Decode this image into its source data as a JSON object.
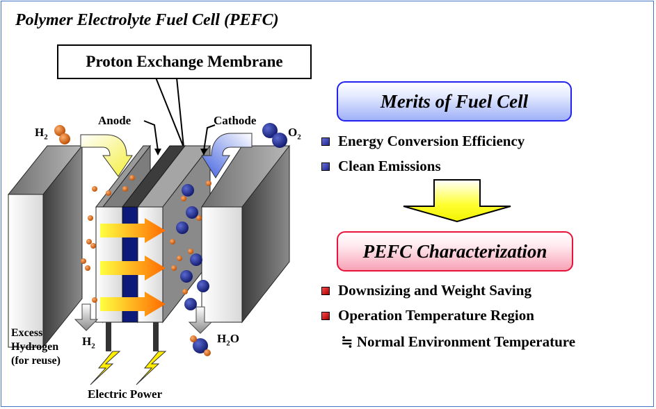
{
  "title": "Polymer Electrolyte Fuel Cell (PEFC)",
  "diagram": {
    "membrane_label": "Proton Exchange Membrane",
    "anode_label": "Anode",
    "cathode_label": "Cathode",
    "h2_in": {
      "base": "H",
      "sub": "2"
    },
    "o2_in": {
      "base": "O",
      "sub": "2"
    },
    "excess_hydrogen": [
      "Excess",
      "Hydrogen",
      "(for reuse)"
    ],
    "h2_out": {
      "base": "H",
      "sub": "2"
    },
    "h2o_out": {
      "base": "H",
      "sub": "2",
      "tail": "O"
    },
    "electric_power": "Electric Power"
  },
  "merits": {
    "heading": "Merits of Fuel Cell",
    "items": [
      "Energy Conversion Efficiency",
      "Clean Emissions"
    ]
  },
  "pefc": {
    "heading": "PEFC Characterization",
    "items": [
      "Downsizing and Weight Saving",
      "Operation Temperature Region"
    ],
    "note": "≒ Normal Environment Temperature"
  },
  "colors": {
    "frame": "#4472c4",
    "blue_accent": "#2222ee",
    "red_accent": "#e8123a",
    "arrow_yellow": "#ffff00",
    "membrane_navy": "#0d1a7a"
  }
}
